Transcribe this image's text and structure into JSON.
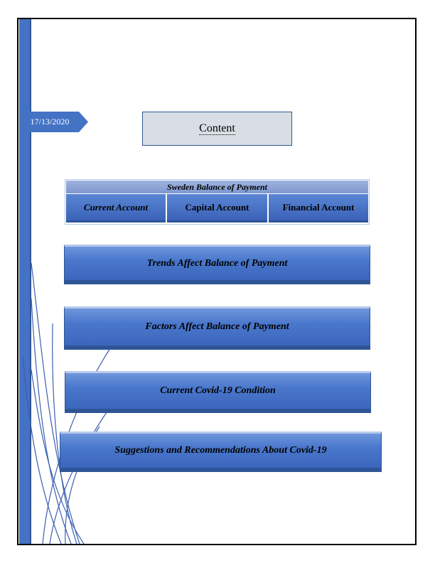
{
  "date": "17/13/2020",
  "title": "Content",
  "balance_of_payment": {
    "header": "Sweden Balance of Payment",
    "cells": [
      "Current Account",
      "Capital Account",
      "Financial Account"
    ]
  },
  "sections": [
    "Trends Affect Balance of Payment",
    "Factors Affect Balance of Payment",
    "Current Covid-19 Condition",
    "Suggestions and Recommendations About Covid-19"
  ],
  "colors": {
    "accent": "#4472c4",
    "accent_dark": "#2f5597",
    "content_box": "#d9dee5",
    "border": "#000000"
  }
}
